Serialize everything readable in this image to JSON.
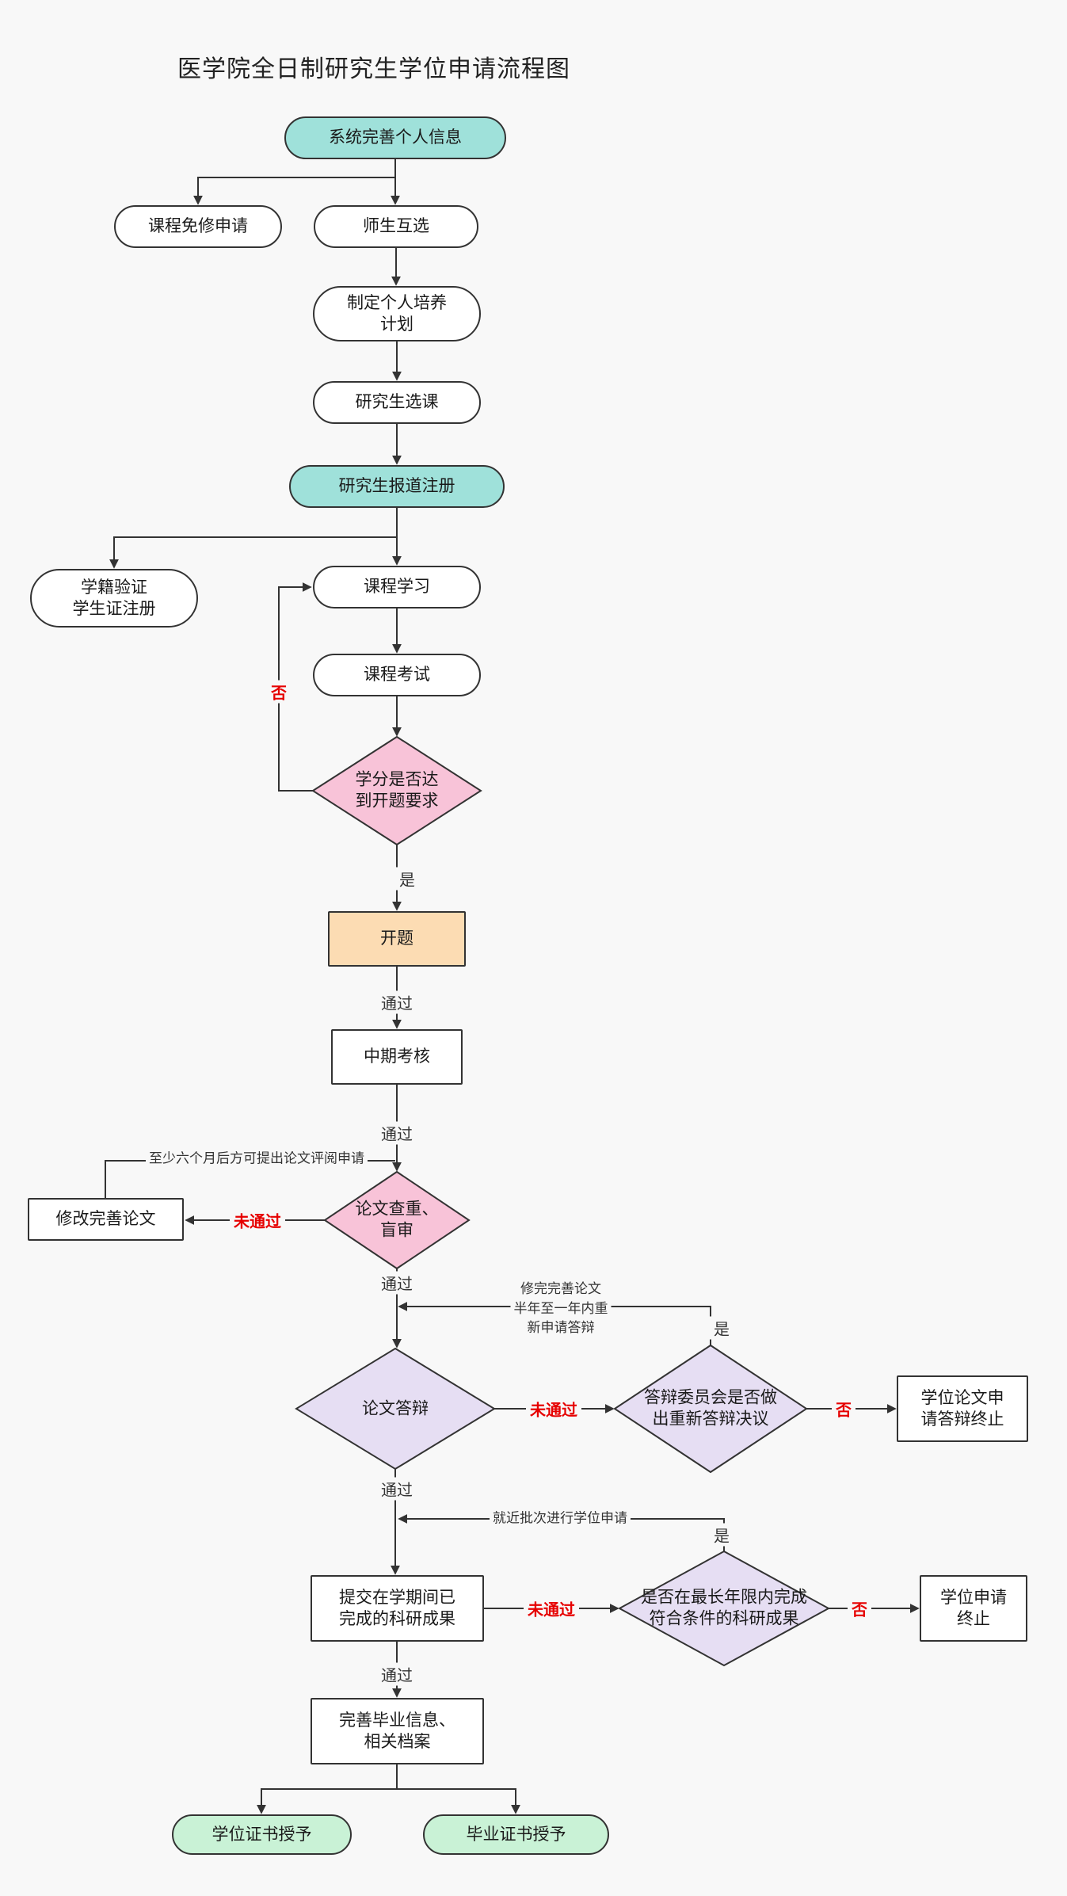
{
  "title": "医学院全日制研究生学位申请流程图",
  "labels": {
    "yes": "是",
    "no": "否",
    "pass": "通过",
    "fail": "未通过"
  },
  "annotations": {
    "review_wait": "至少六个月后方可提出论文评阅申请",
    "redefense_note": "修完完善论文\n半年至一年内重\n新申请答辩",
    "nearest_batch": "就近批次进行学位申请"
  },
  "nodes": {
    "system_info": "系统完善个人信息",
    "course_exemption": "课程免修申请",
    "mentor_mutual_select": "师生互选",
    "training_plan": "制定个人培养\n计划",
    "course_selection": "研究生选课",
    "enrollment_registration": "研究生报道注册",
    "status_verification": "学籍验证\n学生证注册",
    "course_study": "课程学习",
    "course_exam": "课程考试",
    "credit_check": "学分是否达\n到开题要求",
    "proposal": "开题",
    "midterm_assessment": "中期考核",
    "plagiarism_blind_review": "论文查重、\n盲审",
    "revise_thesis": "修改完善论文",
    "thesis_defense": "论文答辩",
    "committee_decision": "答辩委员会是否做\n出重新答辩决议",
    "defense_terminated": "学位论文申\n请答辩终止",
    "research_achievements": "提交在学期间已\n完成的科研成果",
    "deadline_check": "是否在最长年限内完成\n符合条件的科研成果",
    "application_terminated": "学位申请\n终止",
    "graduation_info": "完善毕业信息、\n相关档案",
    "degree_certificate": "学位证书授予",
    "diploma_certificate": "毕业证书授予"
  },
  "colors": {
    "background": "#f8f8f8",
    "node_border": "#333333",
    "teal_fill": "#9fe1da",
    "green_fill": "#c9f2d6",
    "pink_fill": "#f8c3d8",
    "lavender_fill": "#e6def3",
    "orange_fill": "#fcdcb3",
    "fail_red": "#e60000",
    "line": "#333333"
  }
}
